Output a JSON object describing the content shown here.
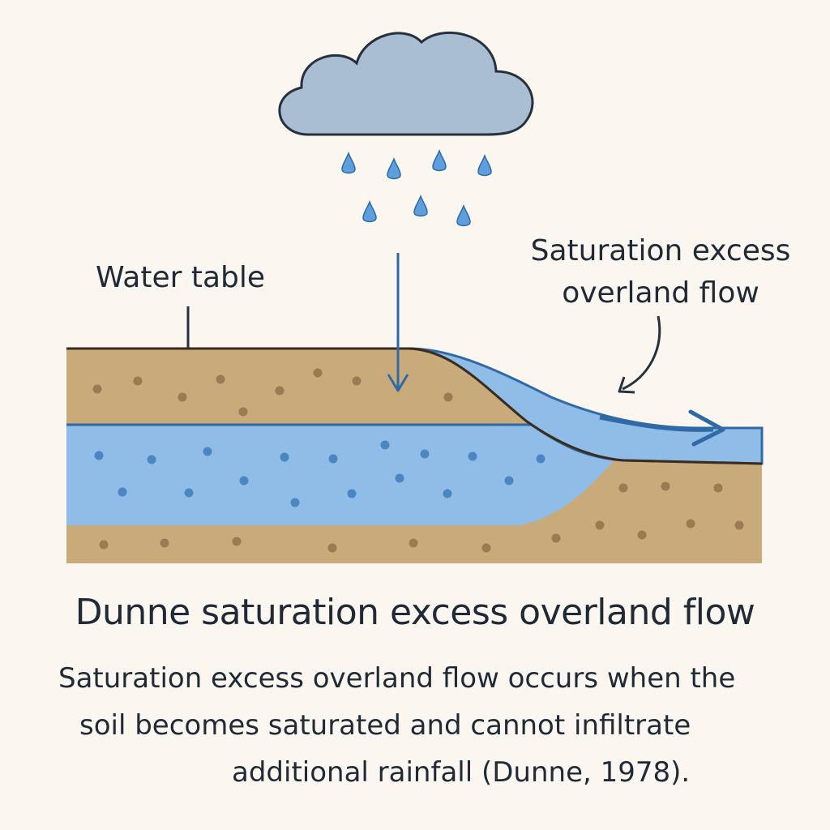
{
  "labels": {
    "water_table": "Water table",
    "overland_line1": "Saturation excess",
    "overland_line2": "overland flow"
  },
  "title": "Dunne saturation excess overland flow",
  "caption": {
    "line1": "Saturation excess overland flow occurs when the",
    "line2": "soil becomes saturated and cannot infiltrate",
    "line3": "additional rainfall (Dunne, 1978)."
  },
  "colors": {
    "background": "#fbf7f0",
    "soil": "#c9aa7a",
    "soil_dots": "#9a7b52",
    "water": "#8fbde8",
    "water_dots": "#4a86c2",
    "water_edge": "#2f6aa6",
    "cloud": "#a9bdd3",
    "outline": "#26313d",
    "raindrop": "#5d9fdc"
  },
  "icons": [
    "rain-cloud-icon",
    "raindrop-icon",
    "infiltration-arrow-icon",
    "flow-arrow-icon"
  ]
}
